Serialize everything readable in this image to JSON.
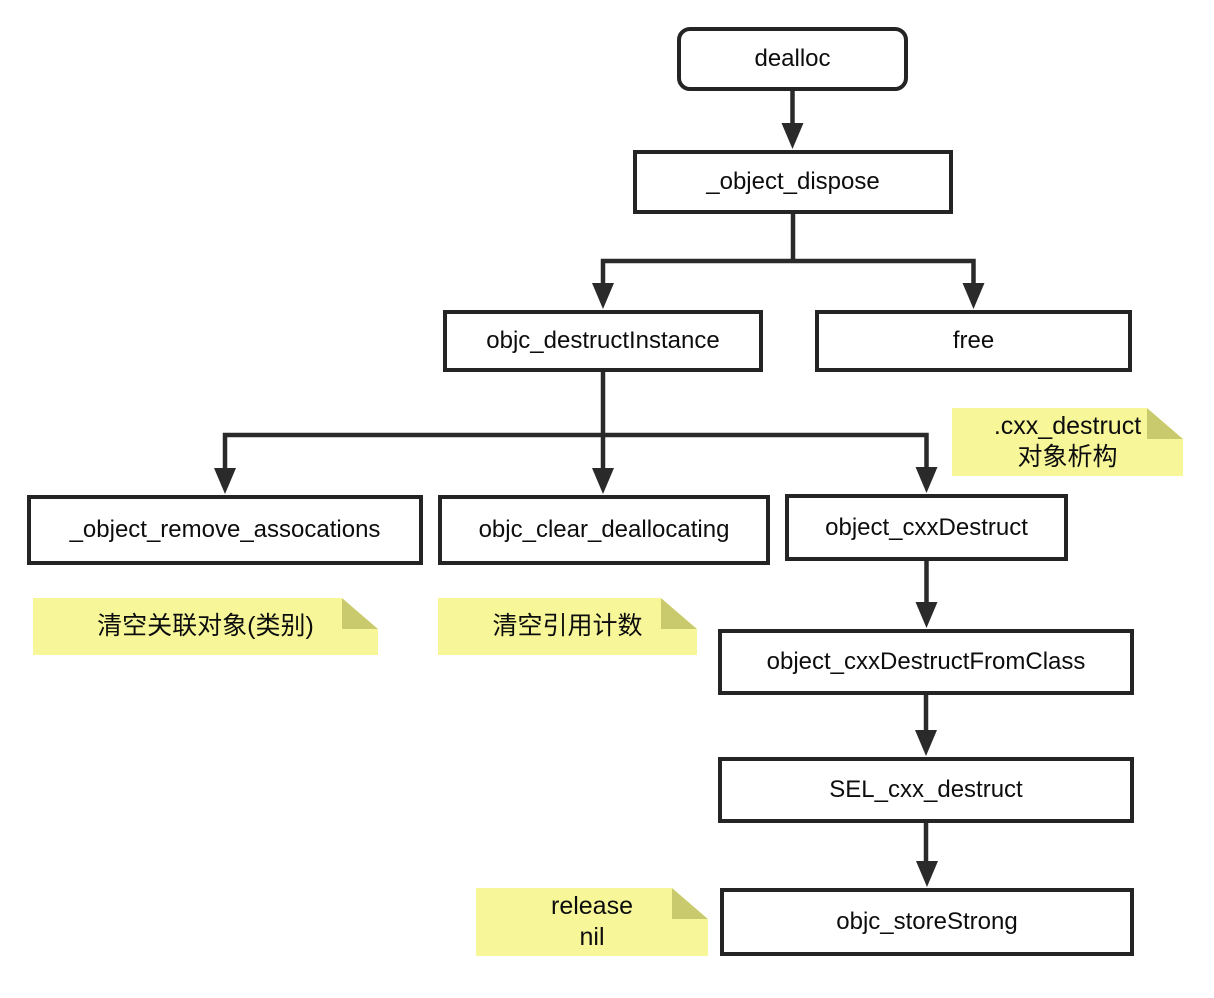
{
  "diagram_type": "flowchart",
  "colors": {
    "background": "#ffffff",
    "box_fill": "#ffffff",
    "box_border": "#242424",
    "connector": "#2a2a2a",
    "note_fill": "#f7f79a",
    "note_fold": "#c9c96e",
    "text": "#0d0d0d"
  },
  "nodes": [
    {
      "id": "dealloc",
      "label": "dealloc",
      "shape": "rounded"
    },
    {
      "id": "object-dispose",
      "label": "_object_dispose",
      "shape": "rect"
    },
    {
      "id": "objc-destruct-instance",
      "label": "objc_destructInstance",
      "shape": "rect"
    },
    {
      "id": "free",
      "label": "free",
      "shape": "rect"
    },
    {
      "id": "object-remove-assocations",
      "label": "_object_remove_assocations",
      "shape": "rect"
    },
    {
      "id": "objc-clear-deallocating",
      "label": "objc_clear_deallocating",
      "shape": "rect"
    },
    {
      "id": "object-cxx-destruct",
      "label": "object_cxxDestruct",
      "shape": "rect"
    },
    {
      "id": "object-cxx-destruct-from-class",
      "label": "object_cxxDestructFromClass",
      "shape": "rect"
    },
    {
      "id": "sel-cxx-destruct",
      "label": "SEL_cxx_destruct",
      "shape": "rect"
    },
    {
      "id": "objc-store-strong",
      "label": "objc_storeStrong",
      "shape": "rect"
    }
  ],
  "sticky_notes": [
    {
      "id": "note-cxx-destruct",
      "line1": ".cxx_destruct",
      "line2": "对象析构"
    },
    {
      "id": "note-clear-associated",
      "line1": "清空关联对象(类别)"
    },
    {
      "id": "note-clear-refcount",
      "line1": "清空引用计数"
    },
    {
      "id": "note-release-nil",
      "line1": "release",
      "line2": "nil"
    }
  ],
  "edges": [
    {
      "from": "dealloc",
      "to": "_object_dispose"
    },
    {
      "from": "_object_dispose",
      "to": "objc_destructInstance"
    },
    {
      "from": "_object_dispose",
      "to": "free"
    },
    {
      "from": "objc_destructInstance",
      "to": "_object_remove_assocations"
    },
    {
      "from": "objc_destructInstance",
      "to": "objc_clear_deallocating"
    },
    {
      "from": "objc_destructInstance",
      "to": "object_cxxDestruct"
    },
    {
      "from": "object_cxxDestruct",
      "to": "object_cxxDestructFromClass"
    },
    {
      "from": "object_cxxDestructFromClass",
      "to": "SEL_cxx_destruct"
    },
    {
      "from": "SEL_cxx_destruct",
      "to": "objc_storeStrong"
    }
  ]
}
